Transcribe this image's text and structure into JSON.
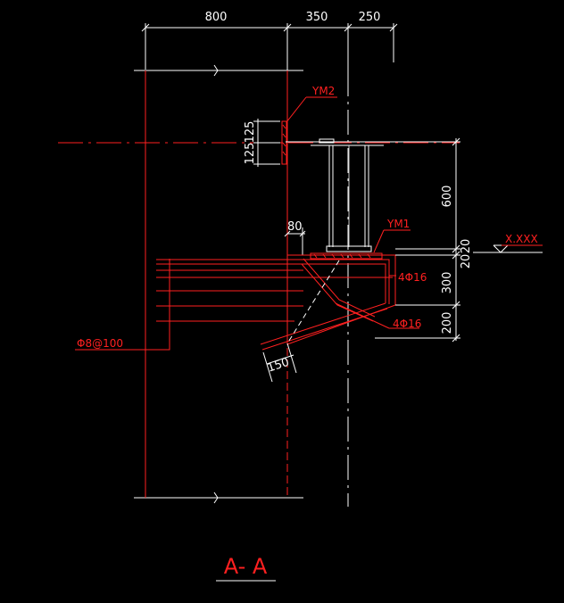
{
  "drawing": {
    "title": "A- A",
    "colors": {
      "background": "#000000",
      "line_red": "#ff2020",
      "line_white": "#ffffff",
      "line_grey": "#c8c8c8",
      "text_red": "#ff2020"
    },
    "top_dims": [
      "800",
      "350",
      "250"
    ],
    "left_dims": [
      "125",
      "125"
    ],
    "right_dims": [
      "600",
      "20",
      "20",
      "300",
      "200"
    ],
    "misc_dims": [
      "80",
      "150"
    ],
    "labels": {
      "ym2": "YM2",
      "ym1": "YM1",
      "rebar_top": "4Φ16",
      "rebar_bottom": "4Φ16",
      "stirrup": "Φ8@100",
      "elevation": "X.XXX"
    }
  }
}
